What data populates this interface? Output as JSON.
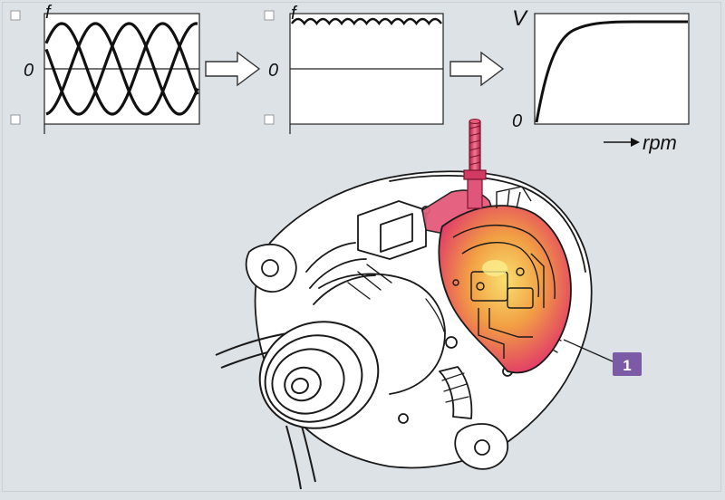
{
  "panel1": {
    "top_label": "f",
    "zero_label": "0"
  },
  "panel2": {
    "top_label": "f",
    "zero_label": "0"
  },
  "panel3": {
    "y_label": "V",
    "zero_label": "0",
    "x_label": "rpm"
  },
  "callout": {
    "number": "1",
    "color": "#7b5aa6"
  },
  "colors": {
    "background": "#dde2e6",
    "regulator_hot": "#e0336a",
    "regulator_warm": "#f2a044",
    "terminal": "#c8284f"
  }
}
